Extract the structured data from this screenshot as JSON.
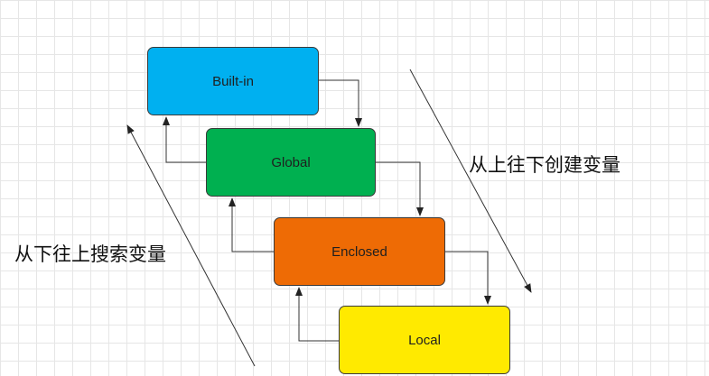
{
  "nodes": {
    "builtin": {
      "label": "Built-in",
      "color": "#00b0f0"
    },
    "global": {
      "label": "Global",
      "color": "#00b050"
    },
    "enclosed": {
      "label": "Enclosed",
      "color": "#ee6b05"
    },
    "local": {
      "label": "Local",
      "color": "#ffea00"
    }
  },
  "captions": {
    "top_down": "从上往下创建变量",
    "bottom_up": "从下往上搜索变量"
  }
}
